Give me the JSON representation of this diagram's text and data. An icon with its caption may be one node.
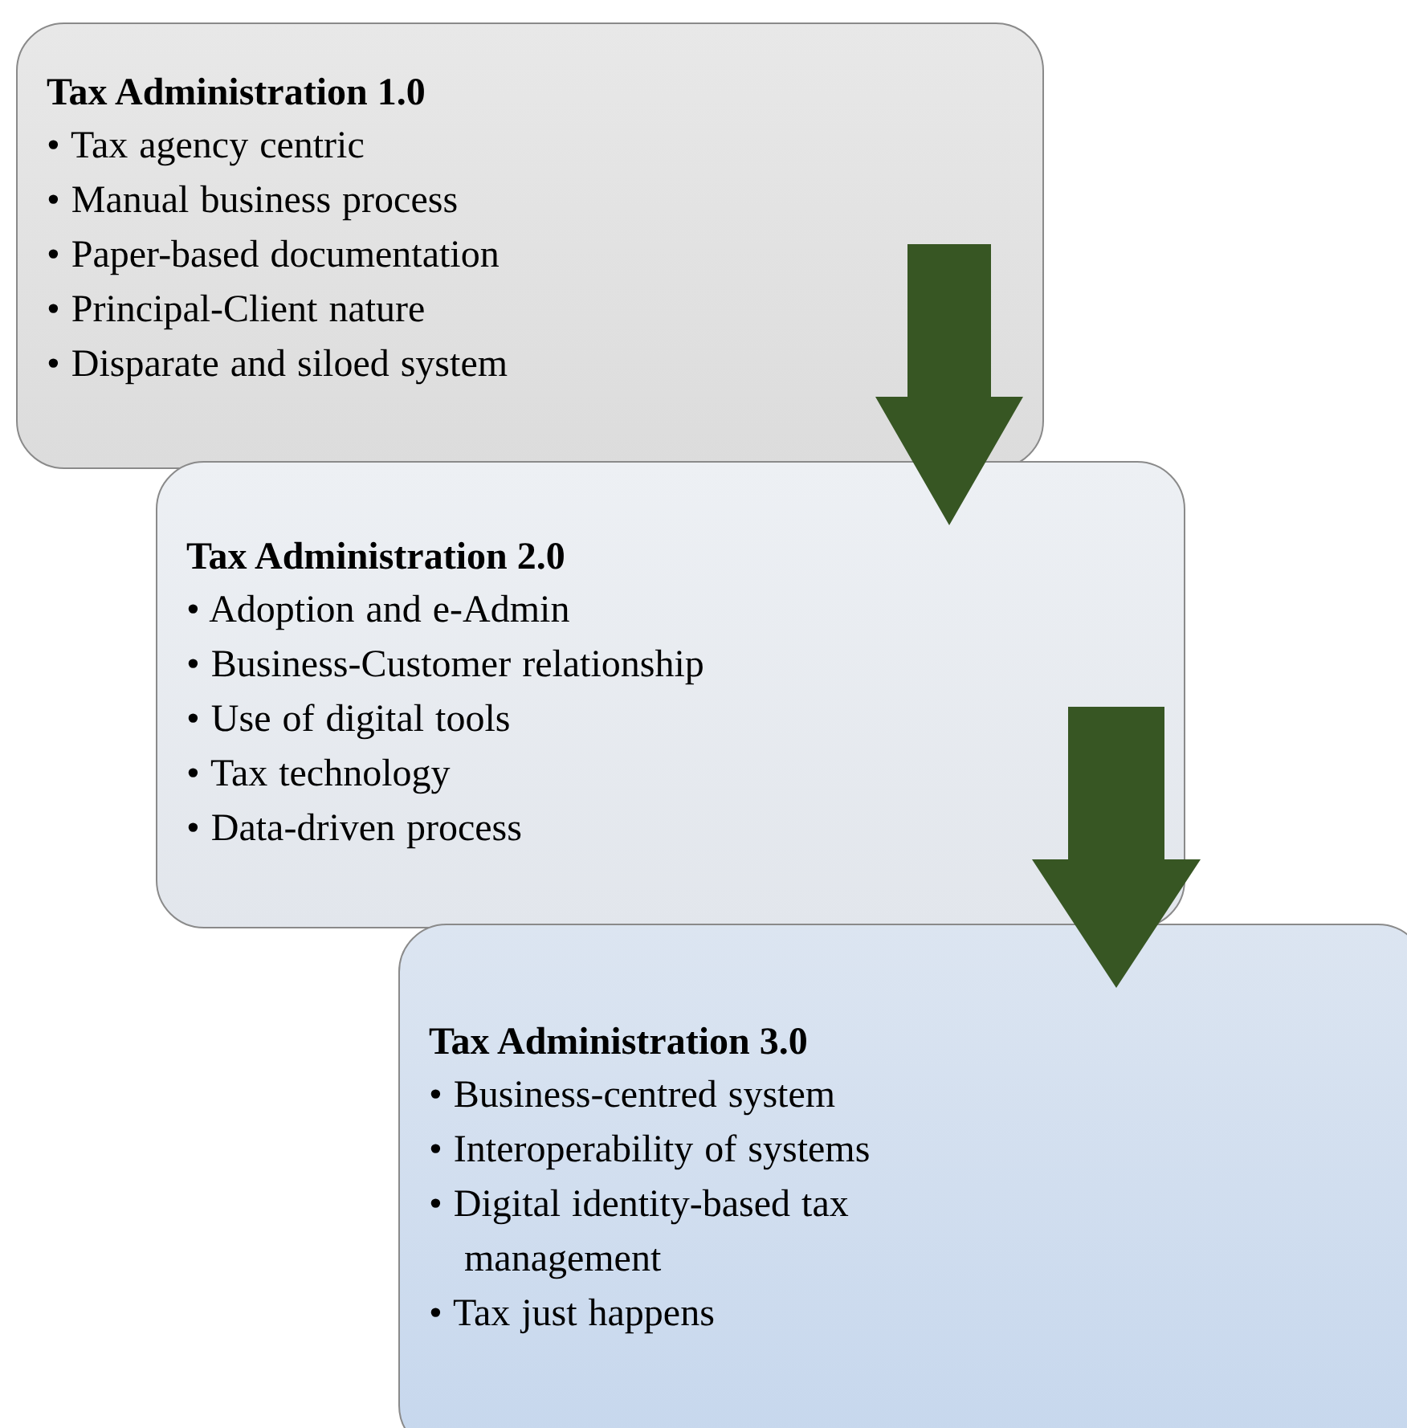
{
  "diagram": {
    "nodes": [
      {
        "text": [
          "Tax Administration 1.0",
          "• Tax agency centric",
          "• Manual business process",
          "• Paper-based documentation",
          "• Principal-Client nature",
          "• Disparate and siloed system"
        ]
      },
      {
        "text": [
          "Tax Administration 2.0",
          "• Adoption and e-Admin",
          "• Business-Customer relationship",
          "• Use of digital tools",
          "• Tax technology",
          "• Data-driven process"
        ]
      },
      {
        "text": [
          "Tax Administration 3.0",
          "• Business-centred system",
          "• Interoperability of systems",
          "• Digital identity-based tax management",
          "• Tax just happens"
        ]
      }
    ],
    "edges": [
      {
        "from": 0,
        "to": 1,
        "arrow": "to"
      },
      {
        "from": 1,
        "to": 2,
        "arrow": "to"
      }
    ]
  }
}
